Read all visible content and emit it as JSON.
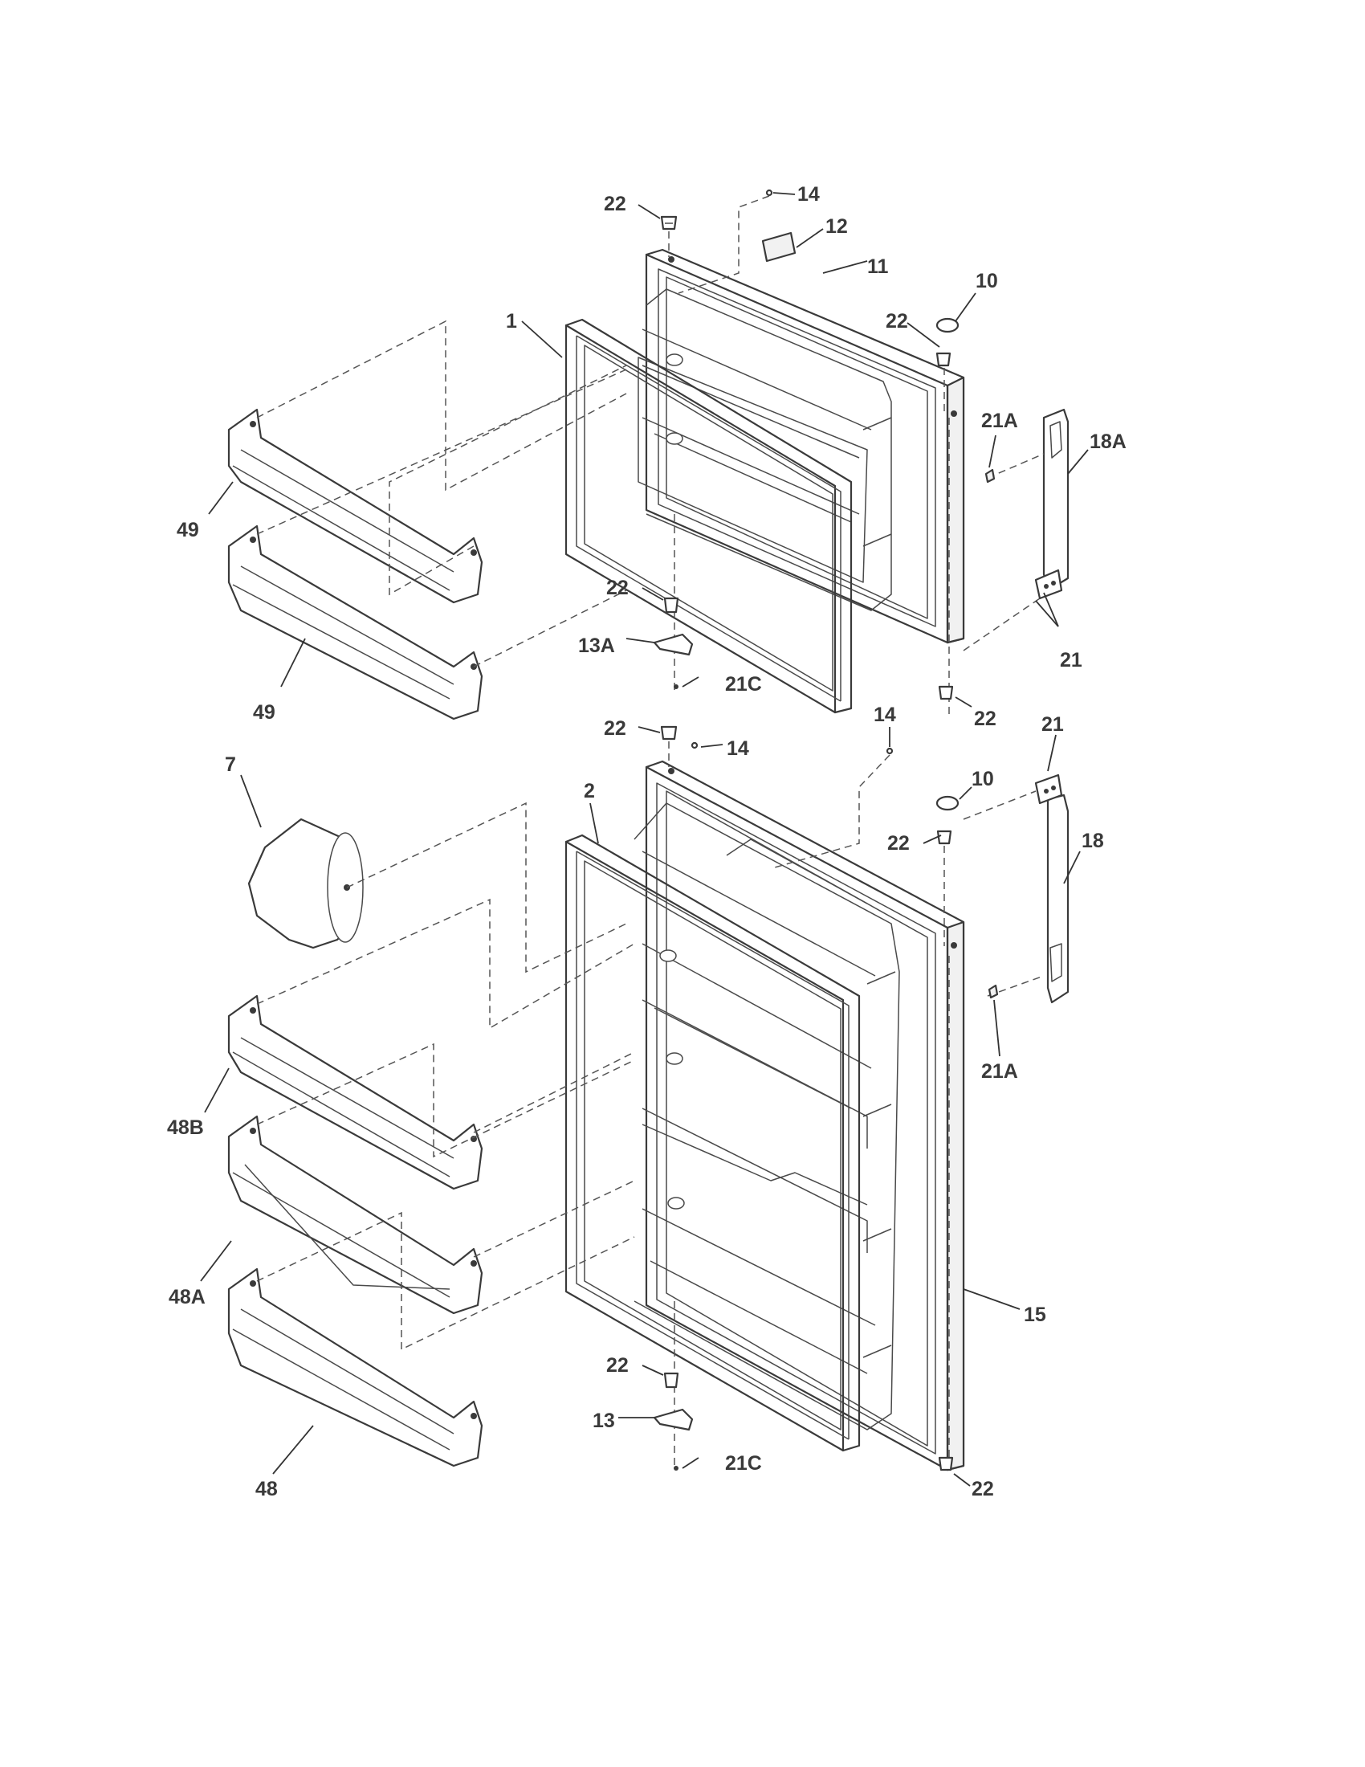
{
  "callouts": [
    {
      "id": "c-14-top",
      "text": "14"
    },
    {
      "id": "c-22-top",
      "text": "22"
    },
    {
      "id": "c-12",
      "text": "12"
    },
    {
      "id": "c-11",
      "text": "11"
    },
    {
      "id": "c-10-top",
      "text": "10"
    },
    {
      "id": "c-1",
      "text": "1"
    },
    {
      "id": "c-22-fz-right",
      "text": "22"
    },
    {
      "id": "c-21a-top",
      "text": "21A"
    },
    {
      "id": "c-18a",
      "text": "18A"
    },
    {
      "id": "c-49-upper",
      "text": "49"
    },
    {
      "id": "c-22-fz-bottom",
      "text": "22"
    },
    {
      "id": "c-13a",
      "text": "13A"
    },
    {
      "id": "c-21c-top",
      "text": "21C"
    },
    {
      "id": "c-21-top",
      "text": "21"
    },
    {
      "id": "c-49-lower",
      "text": "49"
    },
    {
      "id": "c-22-fz-lowright",
      "text": "22"
    },
    {
      "id": "c-22-ff-top",
      "text": "22"
    },
    {
      "id": "c-14-ff-left",
      "text": "14"
    },
    {
      "id": "c-14-ff-right",
      "text": "14"
    },
    {
      "id": "c-7",
      "text": "7"
    },
    {
      "id": "c-2",
      "text": "2"
    },
    {
      "id": "c-21-ff",
      "text": "21"
    },
    {
      "id": "c-10-ff",
      "text": "10"
    },
    {
      "id": "c-22-ff-right",
      "text": "22"
    },
    {
      "id": "c-18",
      "text": "18"
    },
    {
      "id": "c-21a-ff",
      "text": "21A"
    },
    {
      "id": "c-48b",
      "text": "48B"
    },
    {
      "id": "c-48a",
      "text": "48A"
    },
    {
      "id": "c-15",
      "text": "15"
    },
    {
      "id": "c-22-ff-bottom",
      "text": "22"
    },
    {
      "id": "c-13",
      "text": "13"
    },
    {
      "id": "c-21c-ff",
      "text": "21C"
    },
    {
      "id": "c-48",
      "text": "48"
    },
    {
      "id": "c-22-ff-lowright",
      "text": "22"
    }
  ]
}
